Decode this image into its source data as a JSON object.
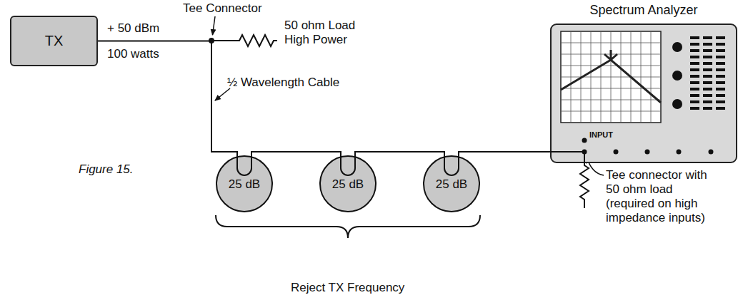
{
  "diagram": {
    "nodes": [
      {
        "text": [
          "TX"
        ]
      },
      {
        "text": [
          "25 dB"
        ]
      },
      {
        "text": [
          "25 dB"
        ]
      },
      {
        "text": [
          "25 dB"
        ]
      },
      {
        "text": [
          "Spectrum Analyzer",
          "INPUT"
        ]
      }
    ],
    "edges": [
      {
        "from": 0,
        "to": 1,
        "arrow": "none"
      },
      {
        "from": 1,
        "to": 2,
        "arrow": "none"
      },
      {
        "from": 2,
        "to": 3,
        "arrow": "none"
      },
      {
        "from": 3,
        "to": 4,
        "arrow": "none"
      }
    ],
    "labels": [
      "+ 50 dBm",
      "100 watts",
      "Tee Connector",
      "50 ohm Load High Power",
      "½ Wavelength Cable",
      "Figure 15.",
      "Reject TX Frequency",
      "Tee connector with 50 ohm load (required on high impedance inputs)"
    ]
  }
}
